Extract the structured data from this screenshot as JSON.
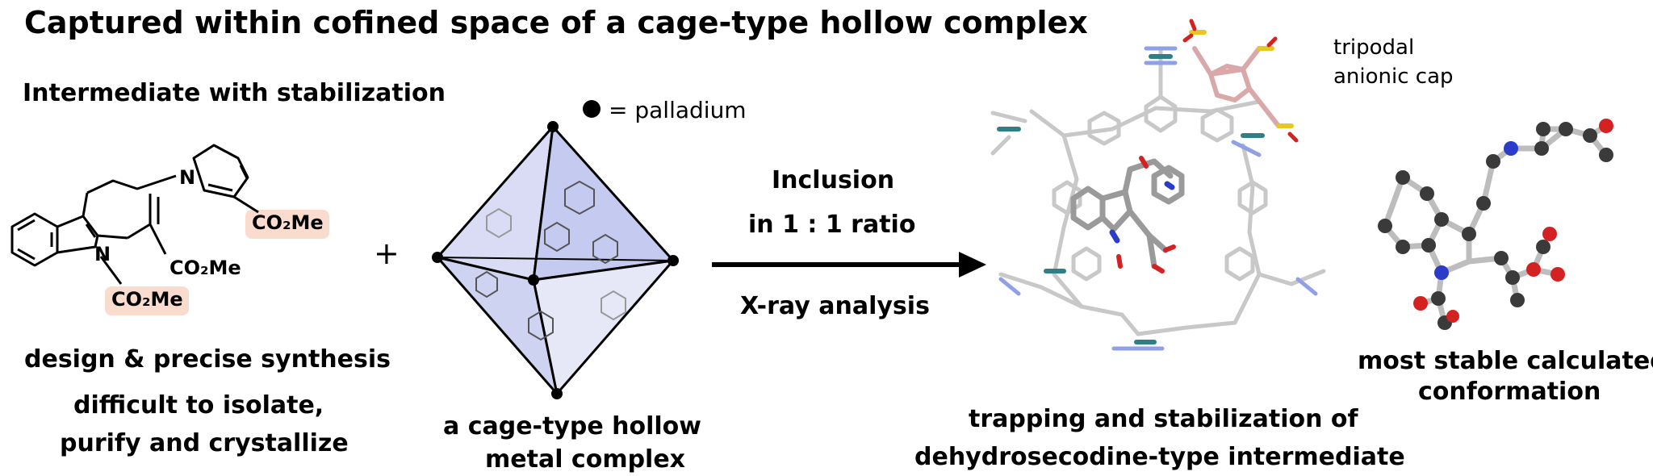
{
  "title": "Captured within cofined space of a cage-type hollow complex",
  "intermediate": {
    "heading": "Intermediate with stabilization",
    "group_top": "CO₂Me",
    "group_mid": "CO₂Me",
    "group_n": "CO₂Me",
    "atom_n1": "N",
    "atom_n2": "N",
    "caption1": "design & precise synthesis",
    "caption2": "difficult to isolate,",
    "caption3": "purify and crystallize"
  },
  "plus": "+",
  "cage": {
    "legend": "= palladium",
    "caption1": "a cage-type hollow",
    "caption2": "metal complex"
  },
  "arrow": {
    "line1": "Inclusion",
    "line2": "in 1 : 1 ratio",
    "line3": "X-ray analysis"
  },
  "xray": {
    "cap_label1": "tripodal",
    "cap_label2": "anionic cap",
    "caption1": "trapping and stabilization of",
    "caption2": "dehydrosecodine-type intermediate"
  },
  "calc": {
    "caption1": "most stable calculated",
    "caption2": "conformation"
  },
  "colors": {
    "highlight": "#fadcce",
    "cage_face": "#c9cdf0",
    "pd_teal": "#2e7f86",
    "nitrogen_blue": "#2a3cc8",
    "oxygen_red": "#d42222",
    "sulfur_yellow": "#e8c820",
    "carbon_grey": "#3a3a3a"
  }
}
